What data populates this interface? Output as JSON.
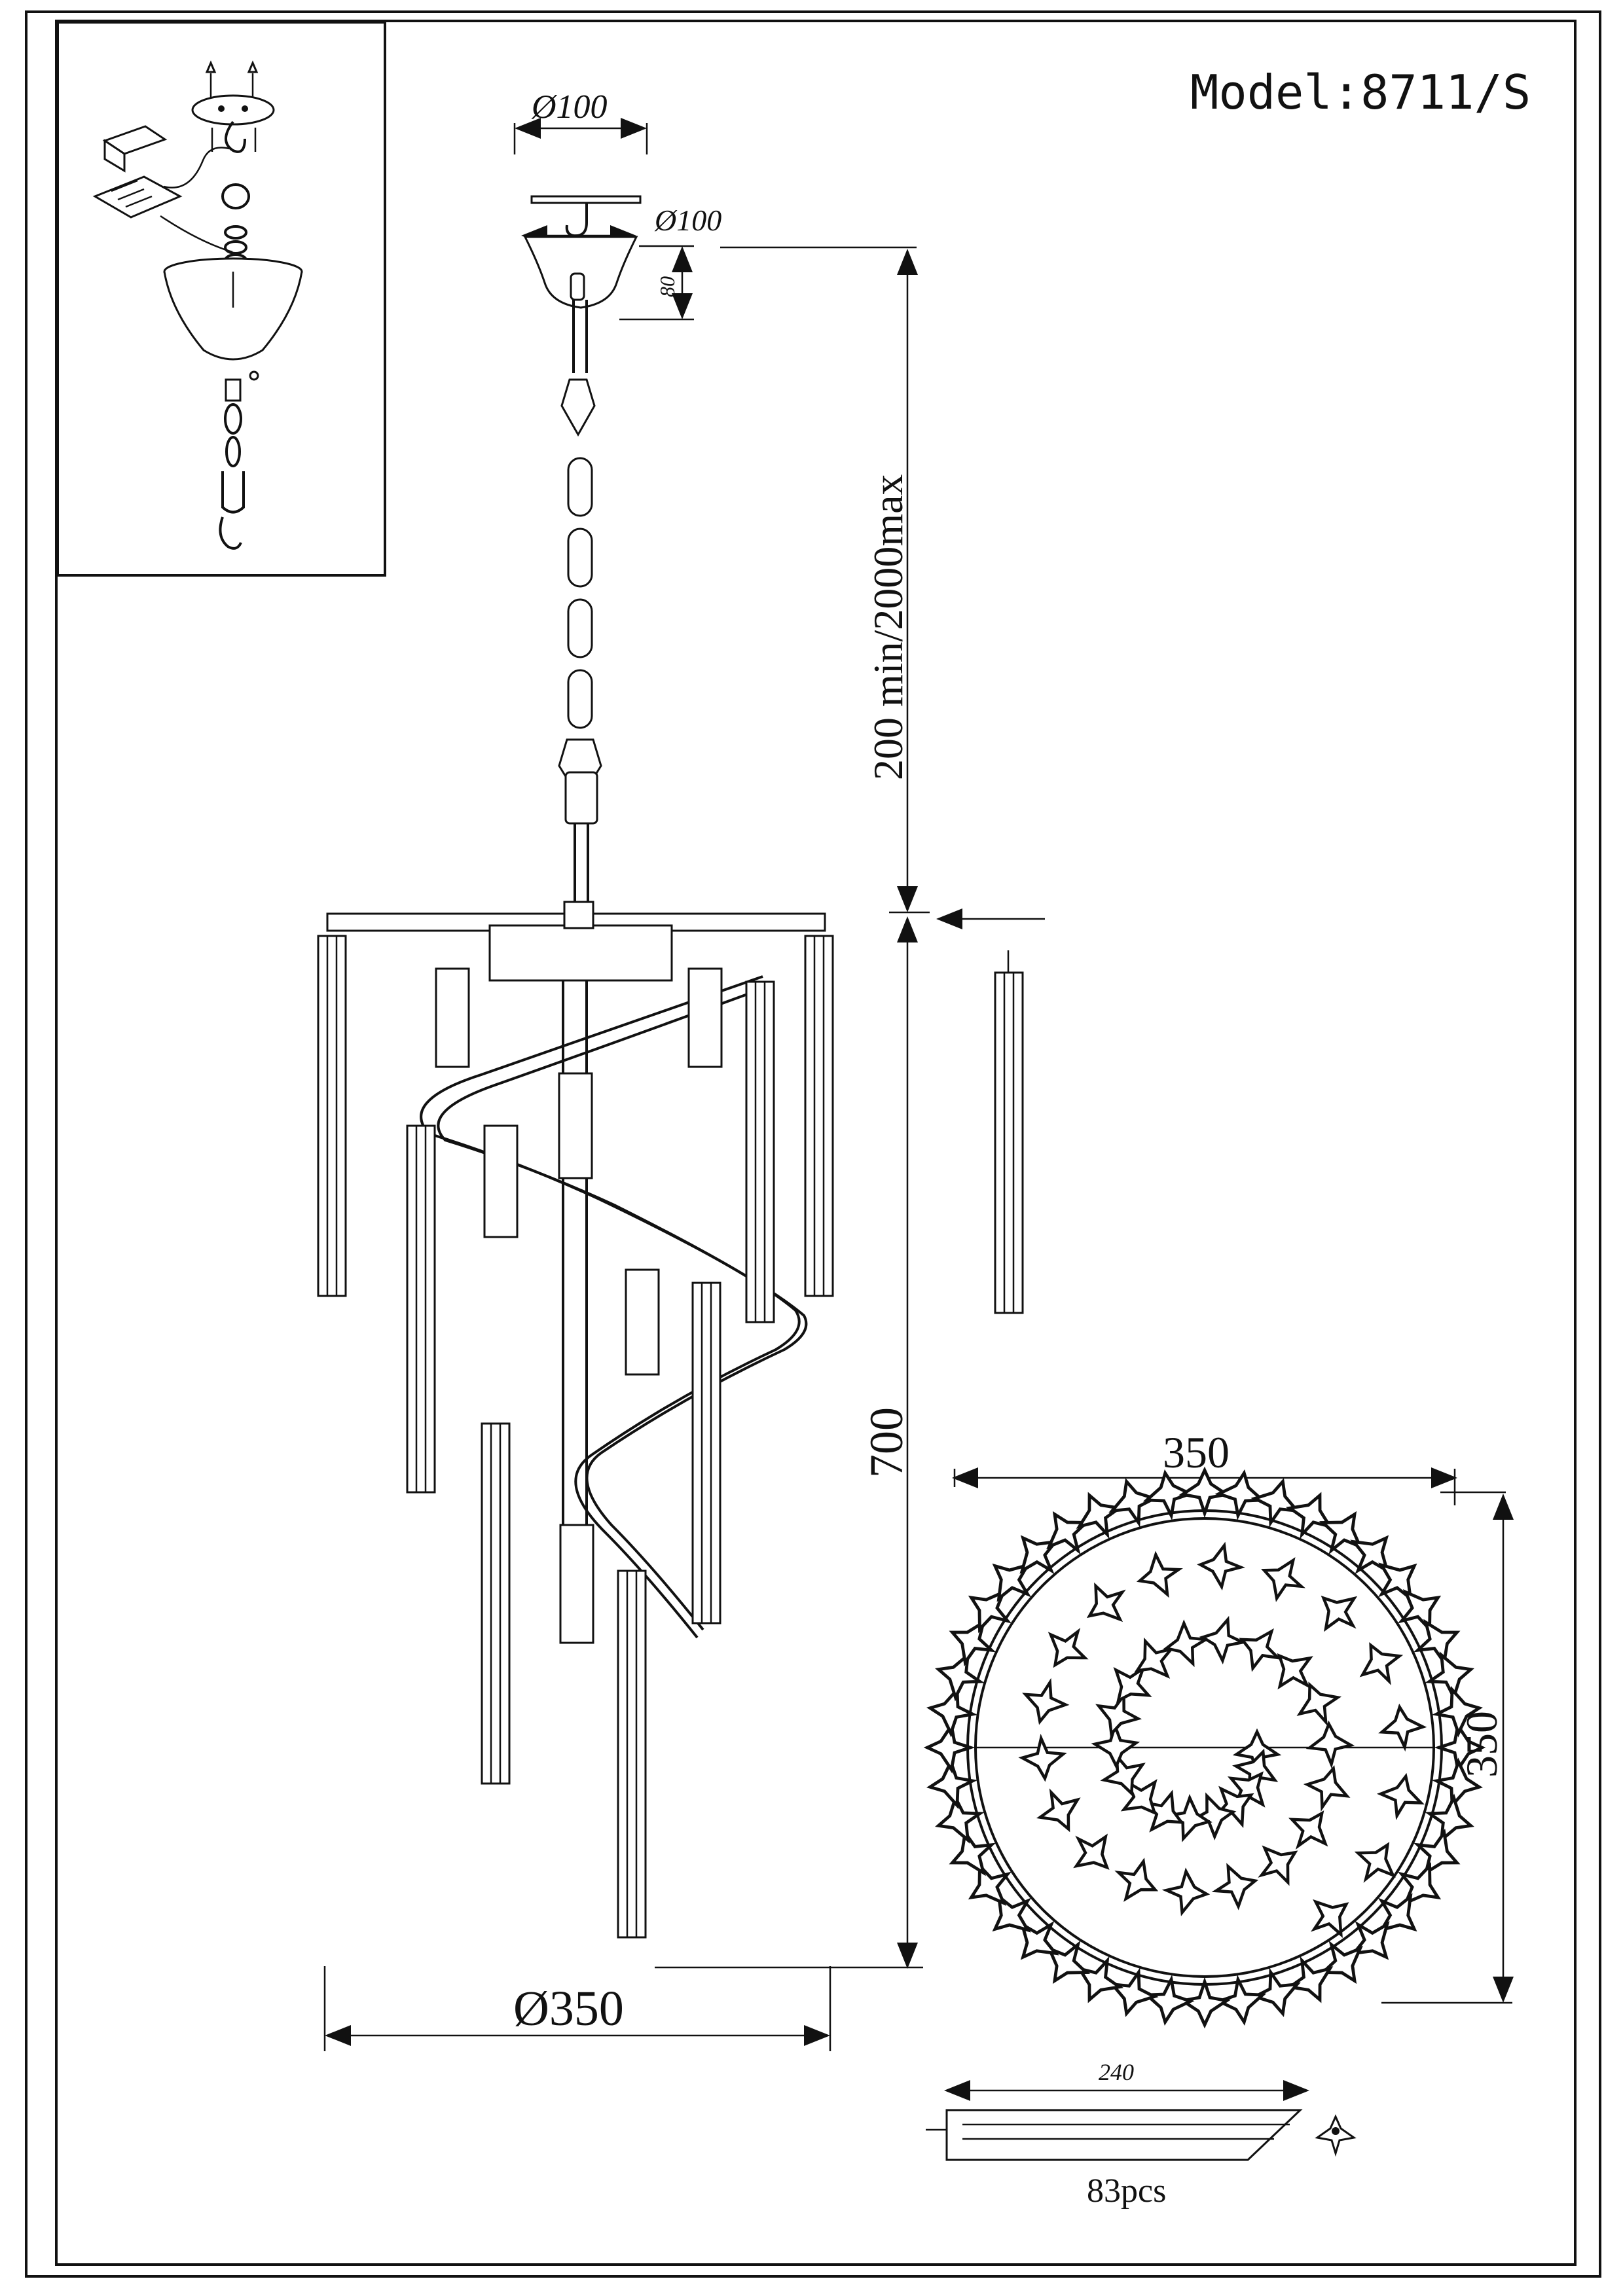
{
  "model_label": "Model:8711/S",
  "dims": {
    "canopy_width": "Ø100",
    "canopy_base": "Ø100",
    "canopy_height": "80",
    "chain_length": "200 min/2000max",
    "body_height": "700",
    "body_diameter": "Ø350",
    "top_view_width": "350",
    "top_view_depth": "350",
    "crystal_length": "240",
    "crystal_count": "83pcs"
  },
  "colors": {
    "line": "#111111",
    "background": "#ffffff"
  },
  "icons": {
    "install_inset": "mounting-kit-icon",
    "crystal_connector": "tri-clip-icon"
  }
}
